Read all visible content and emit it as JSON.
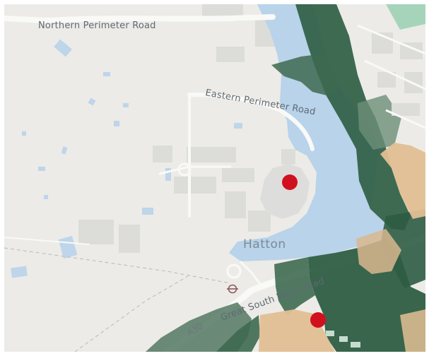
{
  "map": {
    "labels": {
      "northern_perimeter_road": "Northern Perimeter Road",
      "eastern_perimeter_road": "Eastern Perimeter Road",
      "hatton": "Hatton",
      "great_south_west_road": "Great South West Road",
      "a30": "A30"
    },
    "markers": [
      {
        "name": "marker-1",
        "color": "#d0101e"
      },
      {
        "name": "marker-2",
        "color": "#d0101e"
      }
    ],
    "colors": {
      "land": "#ecebe7",
      "water": "#b8d3ea",
      "dark_green": "#2f5e44",
      "mid_green": "#527a61",
      "tan": "#e3bf94",
      "marker": "#d0101e"
    },
    "icons": [
      "underground-station-icon"
    ]
  }
}
